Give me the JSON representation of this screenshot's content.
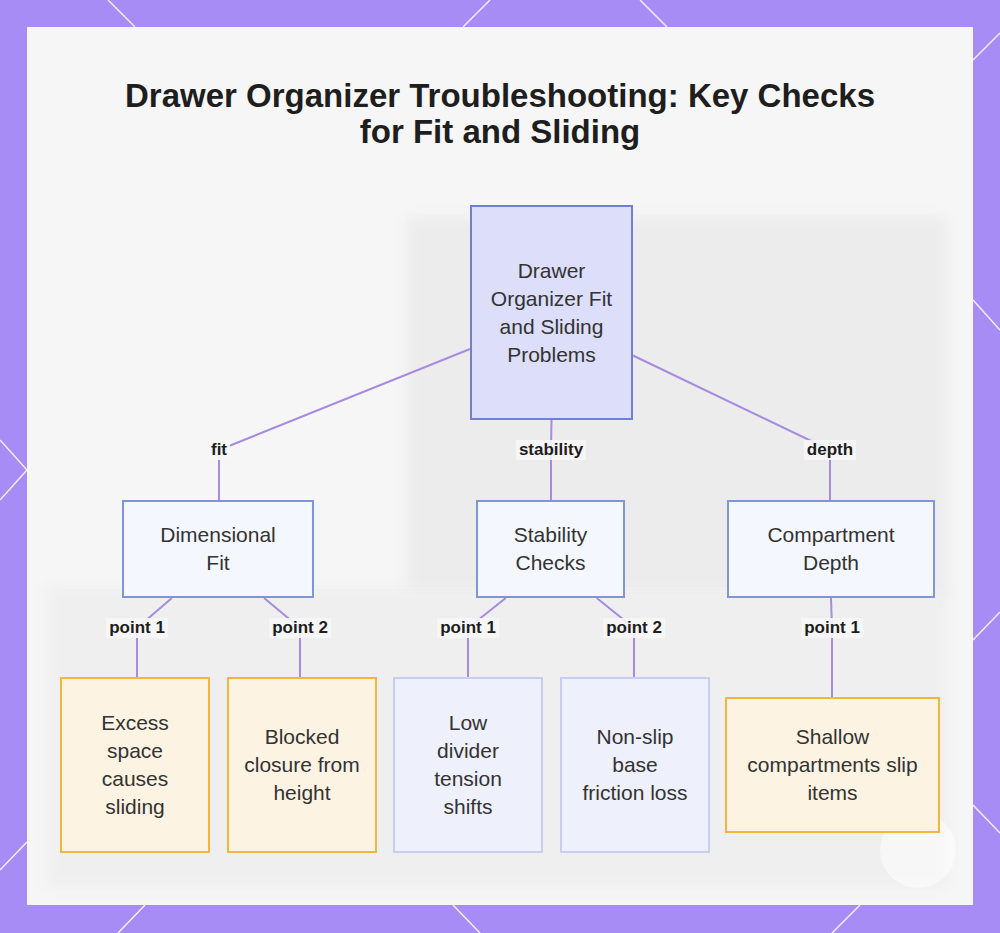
{
  "diagram": {
    "title": "Drawer Organizer Troubleshooting: Key Checks for Fit and Sliding",
    "nodes": [
      {
        "text": [
          "Drawer Organizer Fit and Sliding Problems"
        ]
      },
      {
        "text": [
          "Dimensional Fit"
        ]
      },
      {
        "text": [
          "Stability Checks"
        ]
      },
      {
        "text": [
          "Compartment Depth"
        ]
      },
      {
        "text": [
          "Excess space causes sliding"
        ]
      },
      {
        "text": [
          "Blocked closure from height"
        ]
      },
      {
        "text": [
          "Low divider tension shifts"
        ]
      },
      {
        "text": [
          "Non-slip base friction loss"
        ]
      },
      {
        "text": [
          "Shallow compartments slip items"
        ]
      }
    ],
    "edges": [
      {
        "from": 0,
        "to": 1,
        "label": "fit",
        "arrow": "none"
      },
      {
        "from": 0,
        "to": 2,
        "label": "stability",
        "arrow": "none"
      },
      {
        "from": 0,
        "to": 3,
        "label": "depth",
        "arrow": "none"
      },
      {
        "from": 1,
        "to": 4,
        "label": "point 1",
        "arrow": "none"
      },
      {
        "from": 1,
        "to": 5,
        "label": "point 2",
        "arrow": "none"
      },
      {
        "from": 2,
        "to": 6,
        "label": "point 1",
        "arrow": "none"
      },
      {
        "from": 2,
        "to": 7,
        "label": "point 2",
        "arrow": "none"
      },
      {
        "from": 3,
        "to": 8,
        "label": "point 1",
        "arrow": "none"
      }
    ]
  }
}
